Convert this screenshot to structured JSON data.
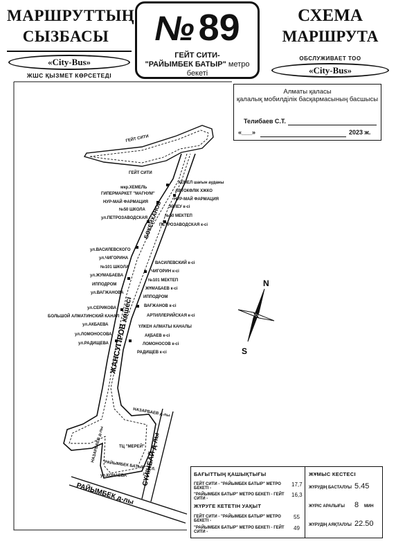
{
  "header": {
    "kz_title_line1": "МАРШРУТТЫҢ",
    "kz_title_line2": "СЫЗБАСЫ",
    "kz_operator": "«City-Bus»",
    "kz_operator_note": "ЖШС ҚЫЗМЕТ КӨРСЕТЕДІ",
    "route_number_symbol": "№",
    "route_number": "89",
    "route_name_line1": "ГЕЙТ СИТИ-",
    "route_name_line2_bold": "\"РАЙЫМБЕК БАТЫР\"",
    "route_name_line2_rest": " метро бекеті",
    "ru_title_line1": "СХЕМА",
    "ru_title_line2": "МАРШРУТА",
    "ru_operator_note": "ОБСЛУЖИВАЕТ ТОО",
    "ru_operator": "«City-Bus»"
  },
  "approval": {
    "line1": "Алматы қаласы",
    "line2": "қалалық мобилділік басқармасының басшысы",
    "signer": "Телибаев С.Т.",
    "date_prefix": "«___»",
    "date_suffix": "2023 ж."
  },
  "map": {
    "street_main_west": "ЖАНСУГІРОВ көшесі",
    "street_main_east": "БӨКЕЙХАНОВ",
    "street_bottom": "РАЙЫМБЕК д-лы",
    "street_right_bottom": "СҮЙІНБАЙ д-лы",
    "street_nazarbaev": "НАЗАРБАЕВ д-лы",
    "street_nazarbaev2": "НАЗАРБАЕВ д-лы",
    "label_gate_city_top": "ГЕЙТ СИТИ",
    "label_gate_city_stop": "ГЕЙТ СИТИ",
    "label_metro": "\"РАЙЫМБЕК БАТЫР\" м.б.",
    "label_konaeva": "ул.КОНАЕВА",
    "label_mereke": "ТЦ \"МЕРЕЙ\"",
    "stops_west": [
      "мкр.ХЕМЕЛЬ",
      "ГИПЕРМАРКЕТ \"МАГНУМ\"",
      "НУР-МАЙ ФАРМАЦИЯ",
      "№50 ШКОЛА",
      "ул.ПЕТРОЗАВОДСКАЯ",
      "ул.ВАСИЛЕВСКОГО",
      "ул.ЧИГОРИНА",
      "№101 ШКОЛА",
      "ул.ЖУМАБАЕВА",
      "ИППОДРОМ",
      "ул.ВАГЖАНОВА",
      "ул.СЕРИКОВА",
      "БОЛЬШОЙ АЛМАТИНСКИЙ КАНАЛ",
      "ул.АКБАЕВА",
      "ул.ЛОМОНОСОВА",
      "ул.РАДИЩЕВА"
    ],
    "stops_east": [
      "ХЕМЕЛ шағын ауданы",
      "АВТОКӨЛІК ХЖКО",
      "НУР-МАЙ ФАРМАЦИЯ",
      "ЭРЛЕУ к-сі",
      "№50 МЕКТЕП",
      "ПЕТРОЗАВОДСКАЯ к-сі",
      "ВАСИЛЕВСКИЙ к-сі",
      "ЧИГОРИН к-сі",
      "№101 МЕКТЕП",
      "ЖҰМАБАЕВ к-сі",
      "ИППОДРОМ",
      "ВАҒЖАНОВ к-сі",
      "АРТИЛЛЕРИЙСКАЯ к-сі",
      "ҮЛКЕН АЛМАТЫ КАНАЛЫ",
      "АҚБАЕВ к-сі",
      "ЛОМОНОСОВ к-сі",
      "РАДИЩЕВ к-сі"
    ],
    "compass_n": "N",
    "compass_s": "S"
  },
  "info": {
    "distance_header": "БАҒЫТТЫҢ ҚАШЫҚТЫҒЫ",
    "distance_rows": [
      {
        "label": "ГЕЙТ СИТИ - \"РАЙЫМБЕК БАТЫР\" МЕТРО БЕКЕТІ -",
        "value": "17,7"
      },
      {
        "label": "\"РАЙЫМБЕК БАТЫР\" МЕТРО БЕКЕТІ - ГЕЙТ СИТИ -",
        "value": "16,3"
      }
    ],
    "time_header": "ЖҮРУГЕ КЕТЕТІН УАҚЫТ",
    "time_rows": [
      {
        "label": "ГЕЙТ СИТИ - \"РАЙЫМБЕК БАТЫР\" МЕТРО БЕКЕТІ -",
        "value": "55"
      },
      {
        "label": "\"РАЙЫМБЕК БАТЫР\" МЕТРО БЕКЕТІ - ГЕЙТ СИТИ -",
        "value": "49"
      }
    ],
    "schedule_header": "ЖҰМЫС КЕСТЕСІ",
    "schedule_rows": [
      {
        "label": "ЖҮРУДІҢ БАСТАЛУЫ",
        "value": "5.45"
      },
      {
        "label": "ЖҮРІС АРАЛЫҒЫ",
        "value": "8",
        "unit": "МИН"
      },
      {
        "label": "ЖҮРУДІҢ АЯҚТАЛУЫ",
        "value": "22.50"
      }
    ]
  }
}
